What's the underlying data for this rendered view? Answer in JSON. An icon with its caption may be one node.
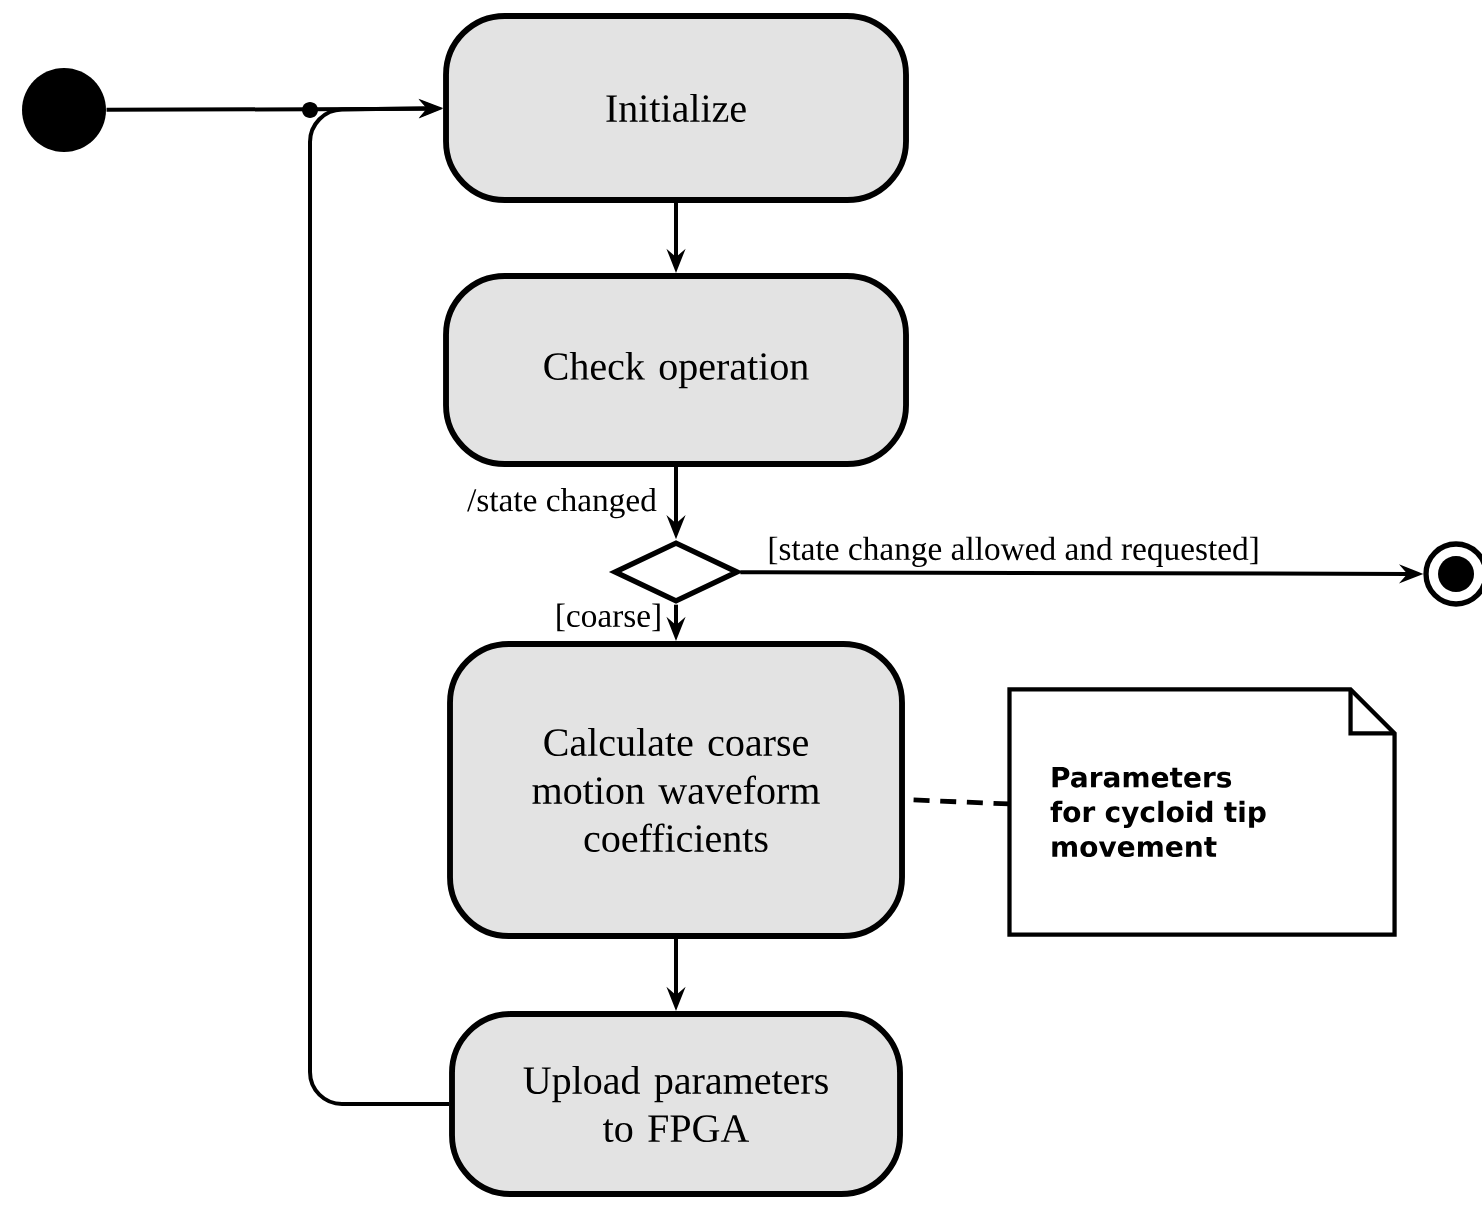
{
  "diagram": {
    "nodes": [
      {
        "text": [],
        "shape": "circle"
      },
      {
        "text": [
          "Initialize"
        ]
      },
      {
        "text": [
          "Check operation"
        ]
      },
      {
        "text": [],
        "shape": "diamond"
      },
      {
        "text": [],
        "shape": "circle"
      },
      {
        "text": [
          "Calculate coarse motion waveform coefficients"
        ]
      },
      {
        "text": [
          "Upload parameters to FPGA"
        ]
      },
      {
        "text": [
          "Parameters for cycloid tip movement"
        ]
      }
    ],
    "edges": [
      {
        "from": 0,
        "to": 1,
        "arrow": "to"
      },
      {
        "from": 1,
        "to": 2,
        "arrow": "to"
      },
      {
        "from": 2,
        "to": 3,
        "arrow": "to",
        "label": "/state changed"
      },
      {
        "from": 3,
        "to": 4,
        "arrow": "to",
        "label": "[state change allowed and requested]"
      },
      {
        "from": 3,
        "to": 5,
        "arrow": "to",
        "label": "[coarse]"
      },
      {
        "from": 5,
        "to": 6,
        "arrow": "to"
      },
      {
        "from": 6,
        "to": 1,
        "arrow": "to"
      },
      {
        "from": 7,
        "to": 5,
        "arrow": "none",
        "style": "dashed"
      }
    ]
  }
}
